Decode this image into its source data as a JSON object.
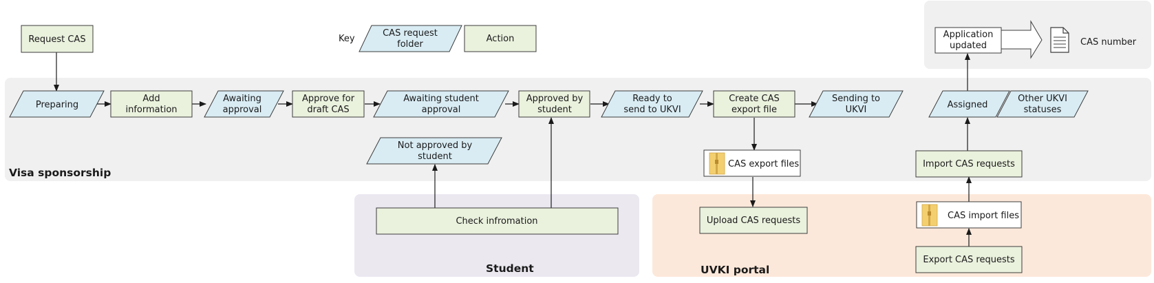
{
  "lanes": {
    "visa": "Visa sponsorship",
    "student": "Student",
    "portal": "UVKI portal"
  },
  "key": {
    "label": "Key",
    "folder": [
      "CAS request",
      "folder"
    ],
    "action": "Action"
  },
  "nodes": {
    "request_cas": "Request CAS",
    "preparing": "Preparing",
    "add_information": [
      "Add",
      "information"
    ],
    "awaiting_approval": [
      "Awaiting",
      "approval"
    ],
    "approve_draft": [
      "Approve for",
      "draft CAS"
    ],
    "awaiting_student": [
      "Awaiting student",
      "approval"
    ],
    "approved_by_student": [
      "Approved by",
      "student"
    ],
    "ready_to_send": [
      "Ready to",
      "send to UKVI"
    ],
    "create_export": [
      "Create CAS",
      "export file"
    ],
    "sending": [
      "Sending to",
      "UKVI"
    ],
    "not_approved": [
      "Not approved by",
      "student"
    ],
    "check_information": "Check infromation",
    "cas_export_files": "CAS export files",
    "upload_cas": "Upload CAS requests",
    "assigned": "Assigned",
    "other_statuses": [
      "Other UKVI",
      "statuses"
    ],
    "import_cas": "Import CAS requests",
    "cas_import_files": "CAS import files",
    "export_cas": "Export CAS requests",
    "application_updated": [
      "Application",
      "updated"
    ],
    "cas_number": "CAS number"
  },
  "colors": {
    "folder_fill": "#d9ecf4",
    "action_fill": "#eaf1dd",
    "visa_lane": "#f0f0f0",
    "student_lane": "#ebe8f0",
    "portal_lane": "#fce8da",
    "top_right_panel": "#f0f0f0",
    "zip_icon": "#f3cf6f"
  },
  "icons": [
    "zip-file-icon",
    "document-icon",
    "block-arrow-icon"
  ]
}
